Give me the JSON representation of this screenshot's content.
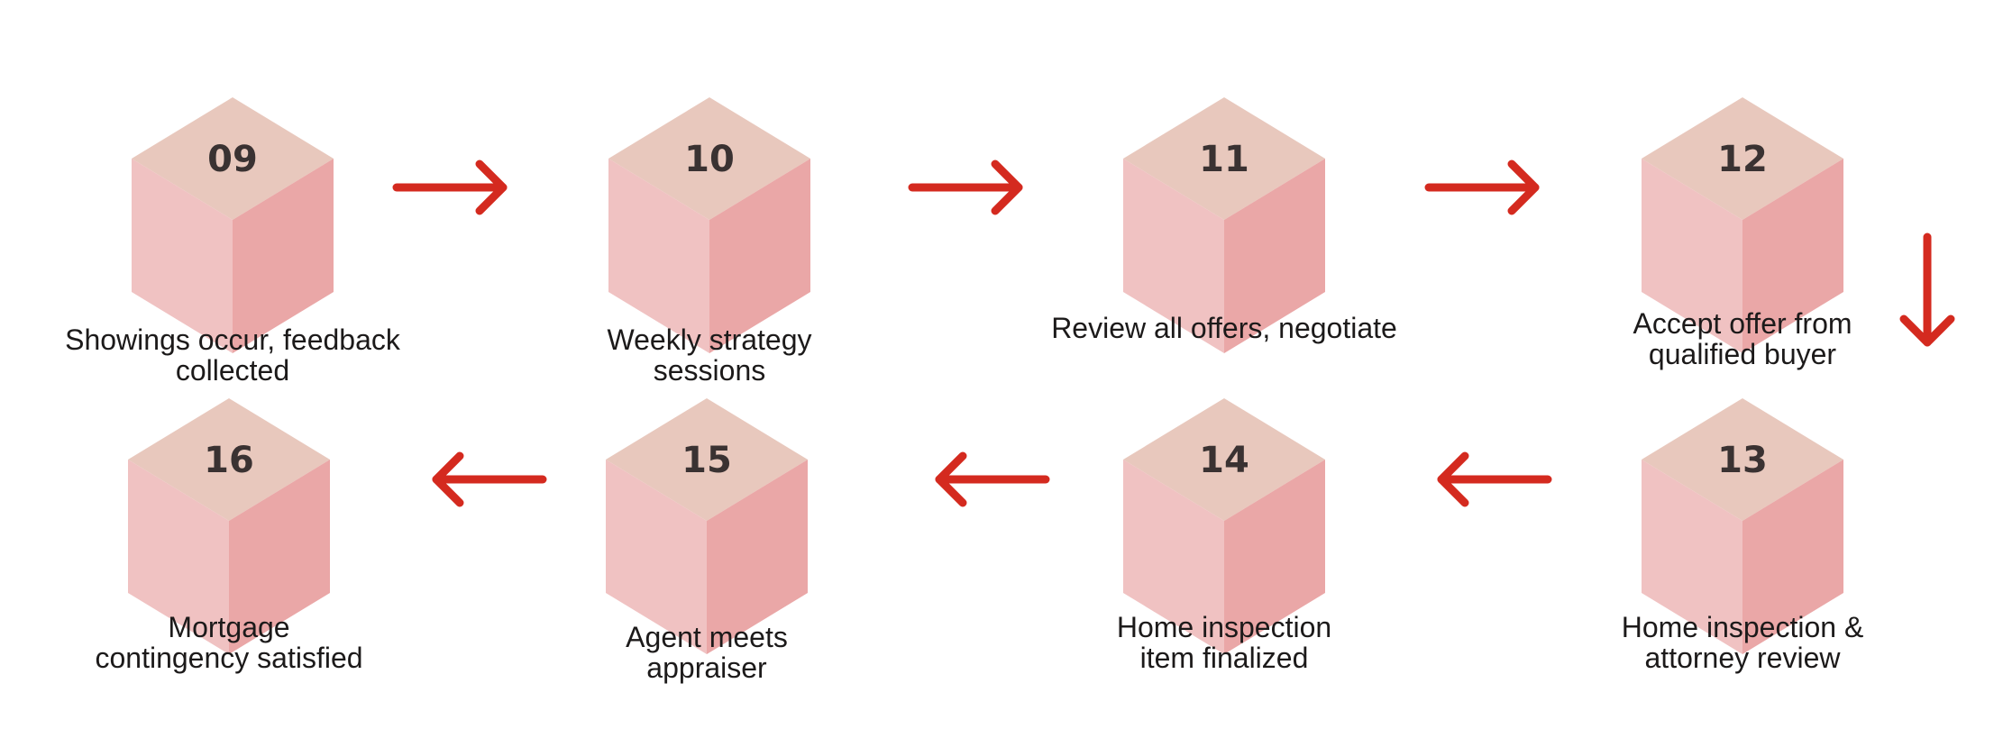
{
  "colors": {
    "cube_top": "#e8c8bd",
    "cube_left": "#f0c2c2",
    "cube_right": "#eaa7a7",
    "arrow": "#d42a1f",
    "number_text": "#3a3232",
    "label_text": "#1c1a1a"
  },
  "icons": {
    "cube": "isometric-cube-icon",
    "arrow": "arrow-icon"
  },
  "steps": [
    {
      "number": "09",
      "label_lines": [
        "Showings occur, feedback",
        "collected"
      ]
    },
    {
      "number": "10",
      "label_lines": [
        "Weekly strategy",
        "sessions"
      ]
    },
    {
      "number": "11",
      "label_lines": [
        "Review all offers, negotiate"
      ]
    },
    {
      "number": "12",
      "label_lines": [
        "Accept offer from",
        "qualified buyer"
      ]
    },
    {
      "number": "13",
      "label_lines": [
        "Home inspection &",
        "attorney review"
      ]
    },
    {
      "number": "14",
      "label_lines": [
        "Home inspection",
        "item finalized"
      ]
    },
    {
      "number": "15",
      "label_lines": [
        "Agent meets",
        "appraiser"
      ]
    },
    {
      "number": "16",
      "label_lines": [
        "Mortgage",
        "contingency satisfied"
      ]
    }
  ],
  "connections": [
    {
      "from": "09",
      "to": "10"
    },
    {
      "from": "10",
      "to": "11"
    },
    {
      "from": "11",
      "to": "12"
    },
    {
      "from": "12",
      "to": "13"
    },
    {
      "from": "13",
      "to": "14"
    },
    {
      "from": "14",
      "to": "15"
    },
    {
      "from": "15",
      "to": "16"
    }
  ]
}
